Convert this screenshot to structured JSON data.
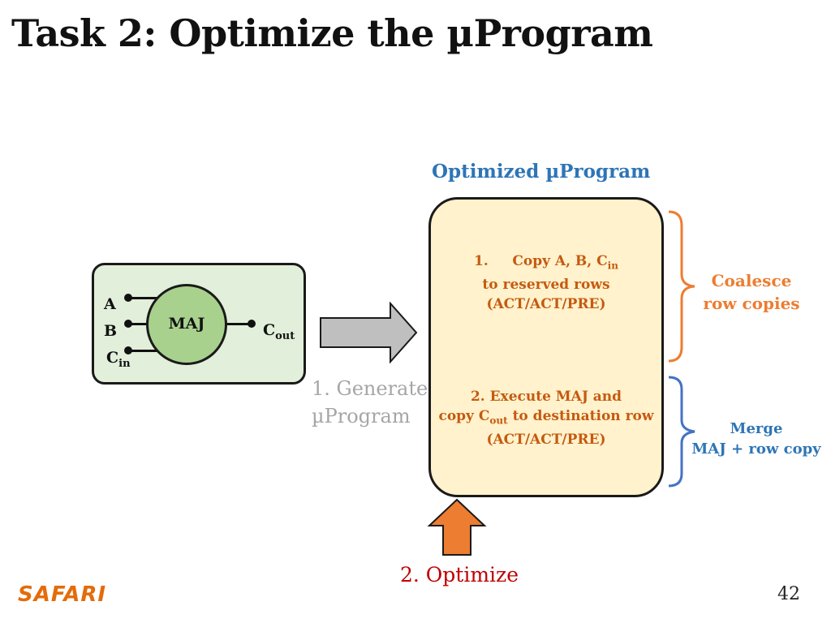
{
  "title": "Task 2: Optimize the µProgram",
  "optimized_header": "Optimized µProgram",
  "circuit": {
    "gate_label": "MAJ",
    "inputs": [
      {
        "base": "A",
        "sub": ""
      },
      {
        "base": "B",
        "sub": ""
      },
      {
        "base": "C",
        "sub": "in"
      }
    ],
    "output": {
      "base": "C",
      "sub": "out"
    }
  },
  "generate_label": {
    "line1": "1. Generate",
    "line2": "µProgram"
  },
  "steps": {
    "step1": {
      "line1_prefix": "1.     Copy A, B, C",
      "line1_sub": "in",
      "line2": "to reserved rows",
      "line3": "(ACT/ACT/PRE)"
    },
    "step2": {
      "line1": "2. Execute MAJ and",
      "line2_prefix": "copy C",
      "line2_sub": "out",
      "line2_suffix": " to destination row",
      "line3": "(ACT/ACT/PRE)"
    }
  },
  "annotations": {
    "coalesce": {
      "line1": "Coalesce",
      "line2": "row copies"
    },
    "merge": {
      "line1": "Merge",
      "line2": "MAJ + row copy"
    }
  },
  "optimize_label": "2. Optimize",
  "logo": "SAFARI",
  "page_number": "42",
  "colors": {
    "circuit_fill": "#e2efda",
    "gate_fill": "#a9d18e",
    "program_fill": "#fff2cc",
    "step_text": "#c55a11",
    "coalesce_brace": "#ed7d31",
    "merge_brace": "#4472c4",
    "generate_arrow": "#bfbfbf",
    "optimize_arrow": "#ed7d31"
  },
  "icons": {
    "generate_arrow": "right-arrow-icon",
    "optimize_arrow": "up-arrow-icon",
    "coalesce_brace": "right-brace-icon",
    "merge_brace": "right-brace-icon"
  }
}
